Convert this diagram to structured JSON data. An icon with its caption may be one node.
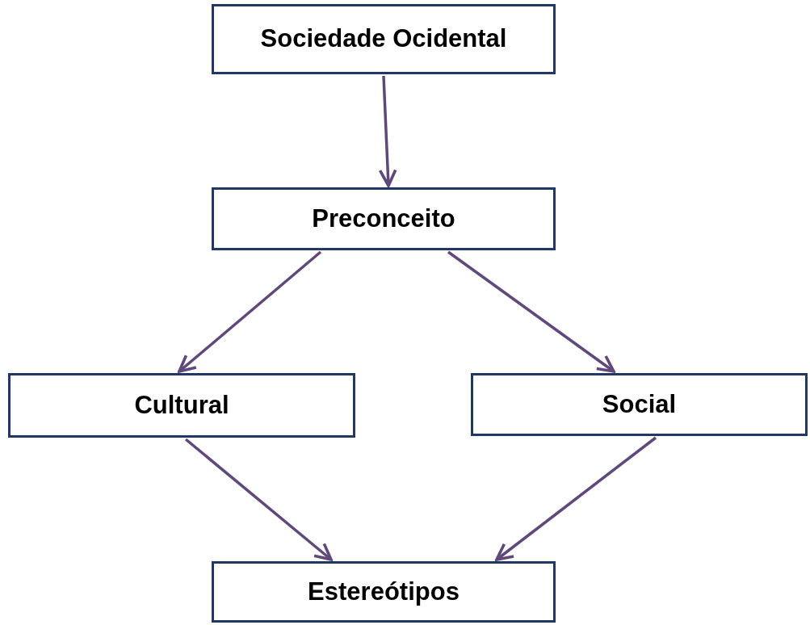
{
  "diagram": {
    "nodes": [
      {
        "text": [
          "Sociedade Ocidental"
        ]
      },
      {
        "text": [
          "Preconceito"
        ]
      },
      {
        "text": [
          "Cultural"
        ]
      },
      {
        "text": [
          "Social"
        ]
      },
      {
        "text": [
          "Estereótipos"
        ]
      }
    ],
    "edges": [
      {
        "from": 0,
        "to": 1,
        "arrow": "to"
      },
      {
        "from": 1,
        "to": 2,
        "arrow": "to"
      },
      {
        "from": 1,
        "to": 3,
        "arrow": "to"
      },
      {
        "from": 2,
        "to": 4,
        "arrow": "to"
      },
      {
        "from": 3,
        "to": 4,
        "arrow": "to"
      }
    ]
  }
}
